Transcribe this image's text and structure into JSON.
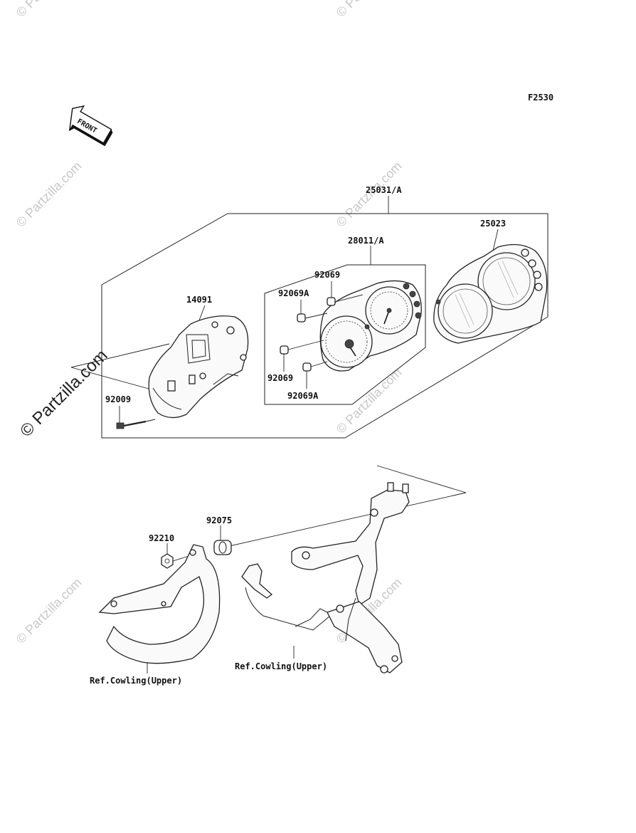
{
  "diagram_code": "F2530",
  "front_label": "FRONT",
  "watermark": "© Partzilla.com",
  "labels": {
    "assembly": "25031/A",
    "meter_unit": "28011/A",
    "case_top": "25023",
    "case_bottom": "14091",
    "screw": "92009",
    "grommet_1": "92069",
    "grommet_2": "92069A",
    "grommet_3": "92069",
    "grommet_4": "92069A",
    "damper": "92075",
    "nut": "92210",
    "ref_left": "Ref.Cowling(Upper)",
    "ref_right": "Ref.Cowling(Upper)"
  }
}
